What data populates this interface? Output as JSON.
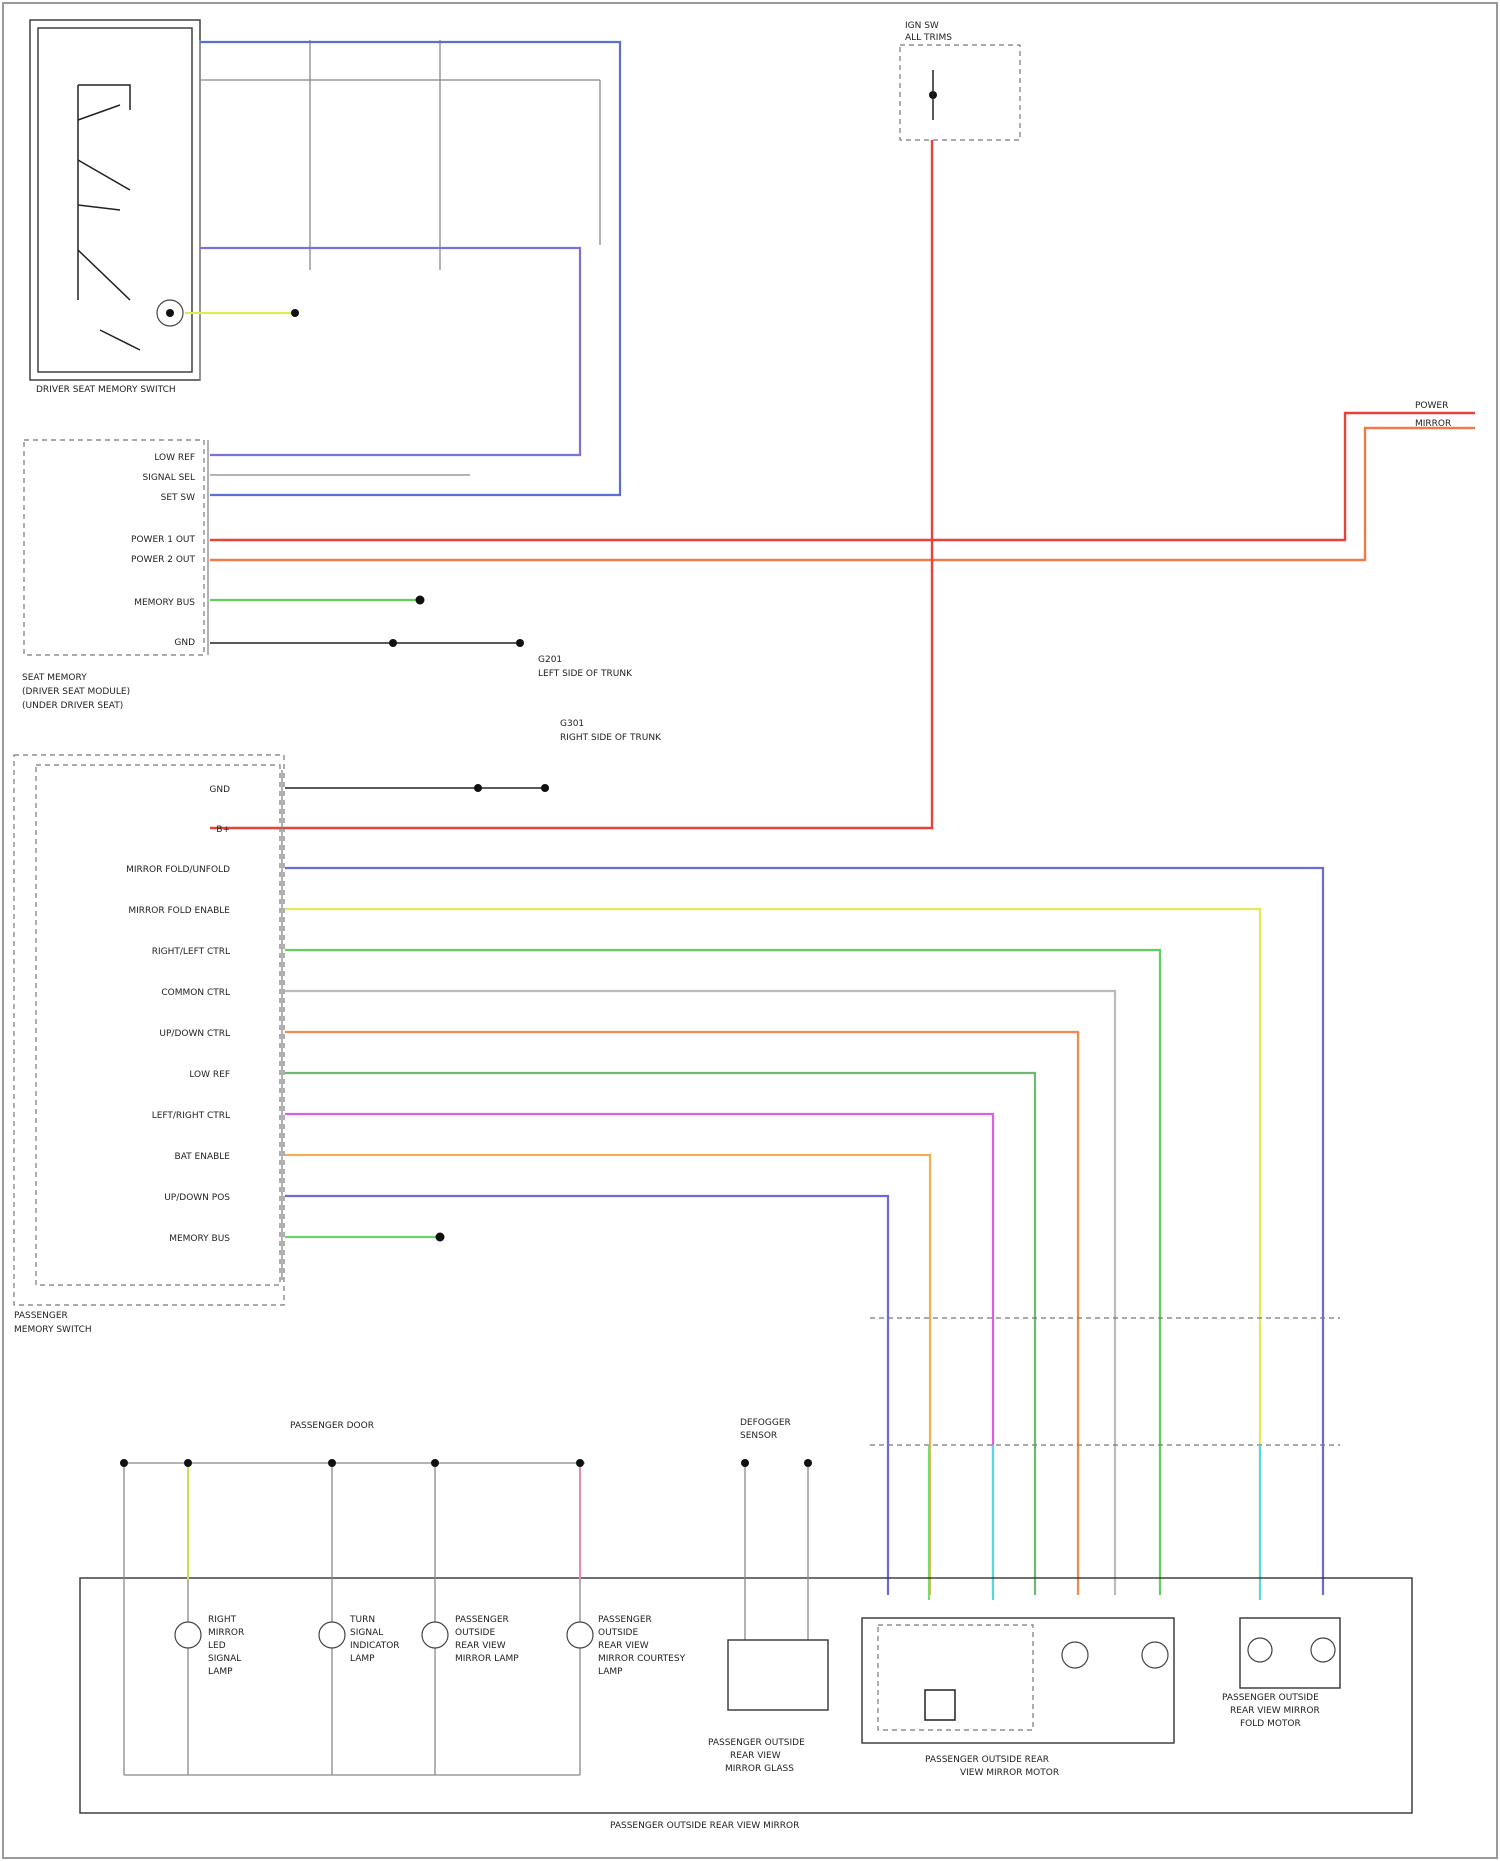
{
  "diagram_footer": {
    "left_caption": "",
    "center_caption": "PASSENGER OUTSIDE REAR VIEW MIRROR"
  },
  "modules": {
    "driver_seat_memory_switch": "DRIVER SEAT MEMORY SWITCH",
    "seat_memory_module": [
      "SEAT MEMORY",
      "(DRIVER SEAT MODULE)",
      "(UNDER DRIVER SEAT)"
    ],
    "passenger_memory_switch": [
      "PASSENGER",
      "MEMORY SWITCH"
    ],
    "ignition_relay": [
      "IGN SW",
      "ALL TRIMS"
    ],
    "passenger_door_module": "PASSENGER DOOR",
    "mirror_lamp_box": "PASSENGER OUTSIDE REAR VIEW MIRROR",
    "heated_mirror": [
      "PASSENGER OUTSIDE",
      "REAR VIEW",
      "MIRROR GLASS"
    ],
    "mirror_motors": [
      "PASSENGER OUTSIDE REAR",
      "VIEW MIRROR MOTOR"
    ],
    "fold_motor": [
      "PASSENGER OUTSIDE",
      "REAR VIEW MIRROR",
      "FOLD MOTOR"
    ],
    "defogger_sensor": [
      "DEFOGGER",
      "SENSOR"
    ]
  },
  "pin_labels_driver": [
    "LOW REF",
    "SIGNAL SEL",
    "SET SW",
    "POWER 1 OUT",
    "POWER 2 OUT",
    "MEMORY BUS",
    "GND"
  ],
  "pin_labels_passenger": [
    "GND",
    "B+",
    "MIRROR FOLD/UNFOLD",
    "MIRROR FOLD ENABLE",
    "RIGHT/LEFT CTRL",
    "COMMON CTRL",
    "UP/DOWN CTRL",
    "LOW REF",
    "LEFT/RIGHT CTRL",
    "BAT ENABLE",
    "UP/DOWN POS",
    "MEMORY BUS"
  ],
  "wire_colors": {
    "blue": "#5a6fd0",
    "purple_blue": "#6a6ad8",
    "red": "#e8433a",
    "orange": "#ef7a4a",
    "green": "#5fcf5f",
    "yellow": "#e6e65a",
    "olive": "#6fb86f",
    "gray": "#9a9a9a",
    "magenta": "#e05ce0",
    "amber": "#f0b050",
    "cyan": "#54d8e0",
    "pink": "#e88aa8",
    "lime": "#c8e04a"
  },
  "ground_notes": [
    [
      "G201",
      "LEFT SIDE OF TRUNK"
    ],
    [
      "G301",
      "RIGHT SIDE OF TRUNK"
    ]
  ],
  "top_right_labels": [
    "POWER",
    "MIRROR"
  ],
  "lamp_labels": [
    [
      "RIGHT",
      "MIRROR",
      "LED",
      "SIGNAL",
      "LAMP"
    ],
    [
      "TURN",
      "SIGNAL",
      "INDICATOR",
      "LAMP"
    ],
    [
      "PASSENGER",
      "OUTSIDE",
      "REAR VIEW",
      "MIRROR LAMP"
    ],
    [
      "PASSENGER",
      "OUTSIDE",
      "REAR VIEW",
      "MIRROR COURTESY",
      "LAMP"
    ]
  ]
}
